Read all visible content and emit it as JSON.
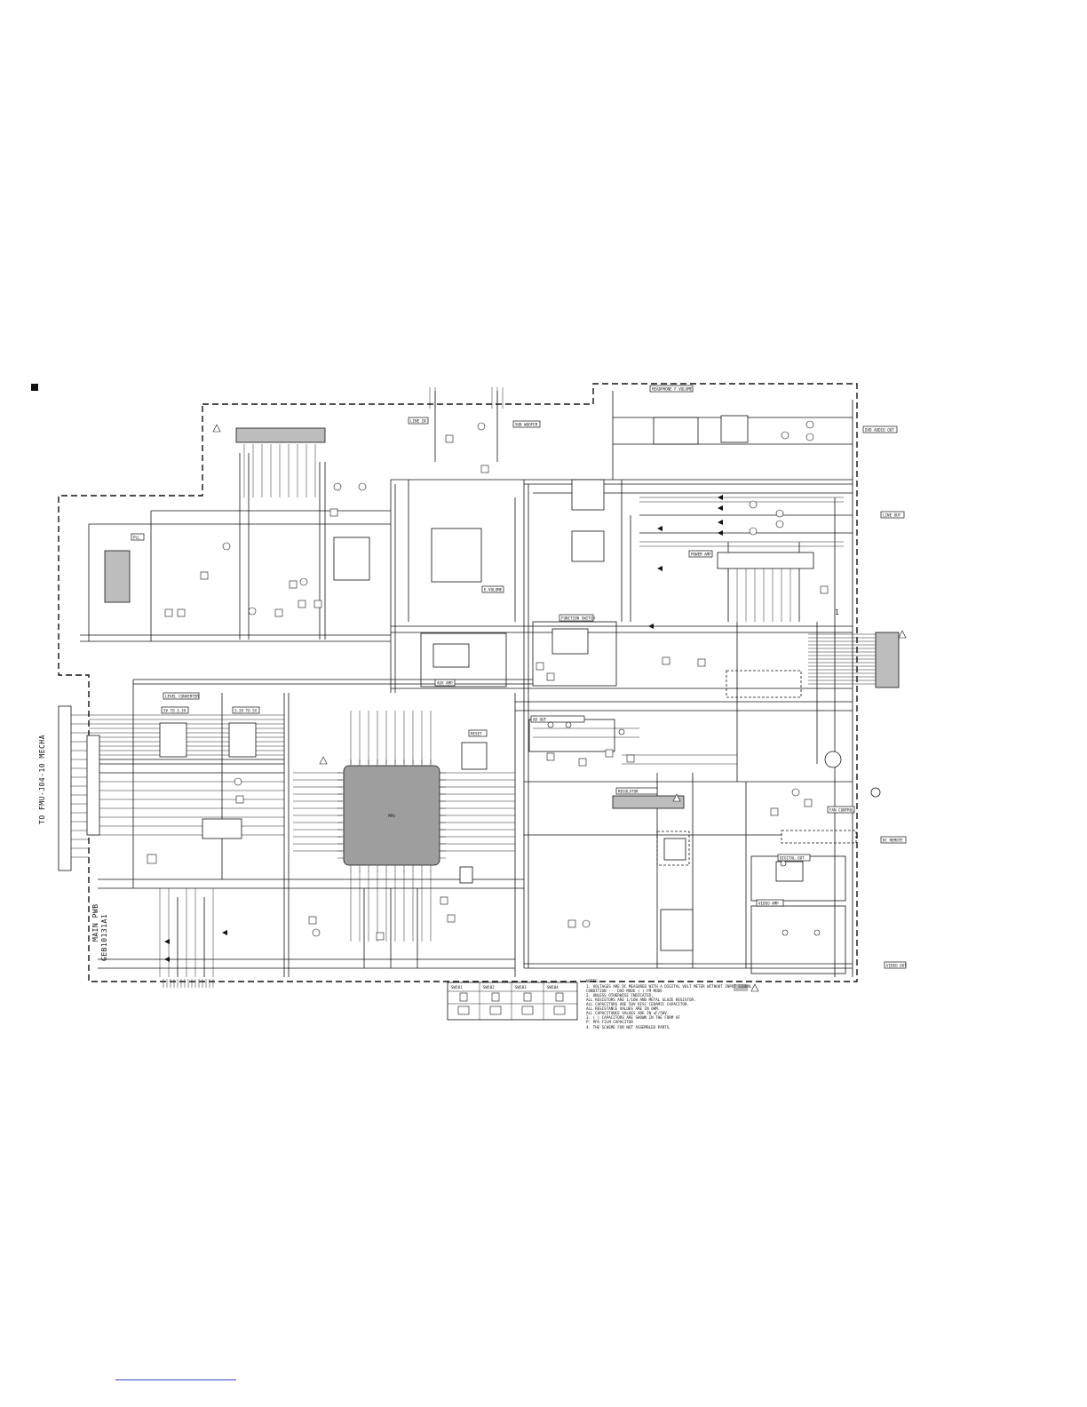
{
  "labels": {
    "line_in": "LINE IN",
    "sub_woofer": "SUB WOOFER",
    "headphone_volume": "HEADPHONE F.VOLUME",
    "dvd_audio_out": "DVD AUDIO OUT",
    "line_out": "LINE OUT",
    "power_amp": "POWER AMP",
    "e_volume": "E.VOLUME",
    "function_switch": "FUNCTION SWITCH",
    "aux_amp": "AUX AMP",
    "level_converter": "LEVEL CONVERTER",
    "conv_5v_33v": "5V TO 3.3V",
    "conv_33v_5v": "3.3V TO 5V",
    "fan_control": "FAN CONTROL",
    "dc_remote": "DC REMOTE",
    "digital_out": "DIGITAL OUT",
    "video_amp": "VIDEO AMP",
    "video_out": "VIDEO OUT",
    "ad_out": "AD OUT",
    "mpu": "MPU",
    "pll": "PLL",
    "regulator": "REGULATOR",
    "reset": "RESET",
    "side_mecha_text": "TO FMU-J04-10 MECHA",
    "main_pwb_line1": "MAIN PWB",
    "main_pwb_line2": "GEB10131A1",
    "pin_one": "1"
  },
  "notes": [
    "NOTES:",
    "1. VOLTAGES ARE DC MEASURED WITH A DIGITAL VOLT METER WITHOUT INPUT SIGNAL",
    "   CONDITION --- DVD MODE ( ) FM MODE",
    "2. UNLESS OTHERWISE INDICATED,",
    "   ALL RESISTORS ARE 1/16W AND METAL GLAZE RESISTOR.",
    "   ALL CAPACITORS ARE 50V DISC CERAMIC CAPACITOR.",
    "   ALL RESISTANCE VALUES ARE IN OHM.",
    "   ALL CAPACITANCE VALUES ARE IN uF/50V.",
    "3. ( ) CAPACITORS ARE SHOWN IN THE FORM OF",
    "   P: PPS FILM CAPACITOR",
    "4. THE SCHEME FOR NOT ASSEMBLED PARTS."
  ],
  "legend_headers": [
    "SW501",
    "SW502",
    "SW503",
    "SW504"
  ],
  "colors": {
    "ink": "#111111",
    "ic_fill": "#bdbdbd",
    "legend_gray": "#bdbdbd",
    "link": "#3344cc"
  },
  "icons": [
    "warning-icon",
    "section-bullet-icon"
  ]
}
